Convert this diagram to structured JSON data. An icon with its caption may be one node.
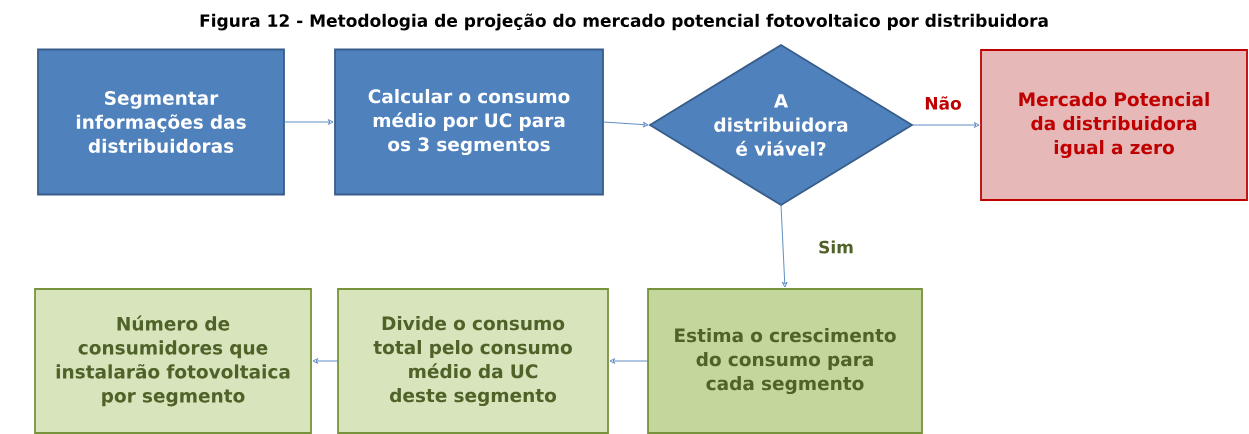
{
  "diagram": {
    "title": "Figura 12 - Metodologia de projeção do mercado potencial fotovoltaico por distribuidora",
    "nodes": [
      {
        "text": [
          "Segmentar informações das distribuidoras"
        ]
      },
      {
        "text": [
          "Calcular o consumo médio por UC para os 3 segmentos"
        ]
      },
      {
        "text": [
          "A distribuidora é viável?"
        ]
      },
      {
        "text": [
          "Mercado Potencial da distribuidora igual a zero"
        ]
      },
      {
        "text": [
          "Número de consumidores que instalarão fotovoltaica por segmento"
        ]
      },
      {
        "text": [
          "Divide o consumo total pelo consumo médio da UC deste segmento"
        ]
      },
      {
        "text": [
          "Estima o crescimento do consumo para cada segmento"
        ]
      }
    ],
    "edges": [
      {
        "from": 0,
        "to": 1,
        "arrow": "to"
      },
      {
        "from": 1,
        "to": 2,
        "arrow": "to"
      },
      {
        "from": 2,
        "to": 3,
        "arrow": "to",
        "label": "Não"
      },
      {
        "from": 2,
        "to": 6,
        "arrow": "to",
        "label": "Sim"
      },
      {
        "from": 6,
        "to": 5,
        "arrow": "to"
      },
      {
        "from": 5,
        "to": 4,
        "arrow": "to"
      }
    ]
  }
}
